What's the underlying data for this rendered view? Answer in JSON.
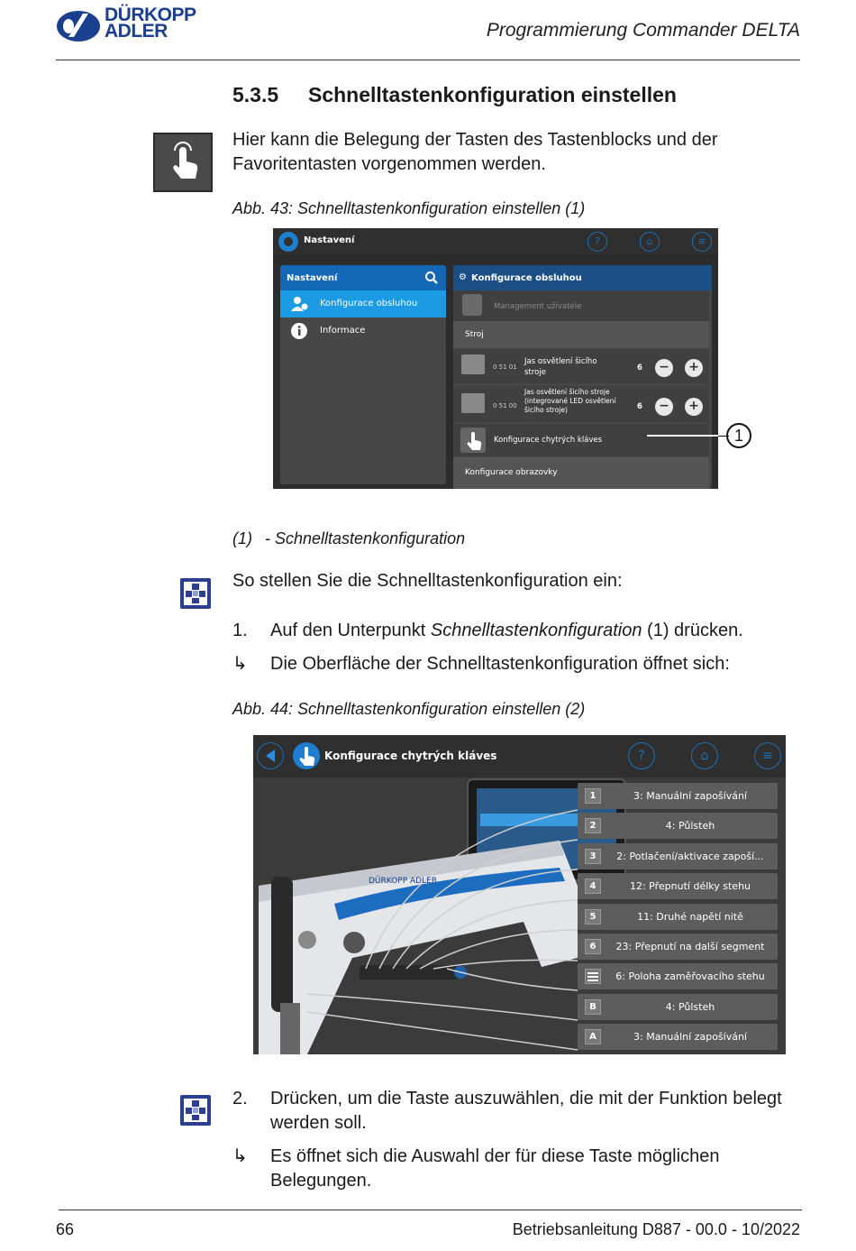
{
  "header": {
    "logo_line1": "DÜRKOPP",
    "logo_line2": "ADLER",
    "title": "Programmierung Commander DELTA"
  },
  "section": {
    "number": "5.3.5",
    "title": "Schnelltastenkonfiguration einstellen"
  },
  "intro": "Hier kann die Belegung der Tasten des Tastenblocks und der Favoritentasten vorgenommen werden.",
  "figure1": {
    "caption": "Abb. 43: Schnelltastenkonfiguration einstellen (1)",
    "topbar_title": "Nastavení",
    "topbar_help": "?",
    "topbar_home": "⌂",
    "topbar_menu": "≡",
    "left_header": "Nastavení",
    "left_items": [
      "Konfigurace obsluhou",
      "Informace"
    ],
    "right_header": "Konfigurace obsluhou",
    "row_user": "Management uživatele",
    "section_stroj": "Stroj",
    "param1_code": "0 51 01",
    "param1_label": "Jas osvětlení šicího stroje",
    "param1_value": "6",
    "param2_code": "0 51 00",
    "param2_label": "Jas osvětlení šicího stroje (integrované LED osvětlení šicího stroje)",
    "param2_value": "6",
    "row_smart": "Konfigurace chytrých kláves",
    "row_screen": "Konfigurace obrazovky",
    "callout": "1"
  },
  "legend": {
    "num": "(1)",
    "text": "- Schnelltastenkonfiguration"
  },
  "instruction": "So stellen Sie die Schnelltastenkonfiguration ein:",
  "step1": {
    "marker": "1.",
    "before": "Auf den Unterpunkt ",
    "term": "Schnelltastenkonfiguration",
    "after": " (1) drücken."
  },
  "result1": {
    "marker": "↳",
    "text": "Die Oberfläche der Schnelltastenkonfiguration öffnet sich:"
  },
  "figure2": {
    "caption": "Abb. 44: Schnelltastenkonfiguration einstellen (2)",
    "topbar_title": "Konfigurace chytrých kláves",
    "machine_brand": "DÜRKOPP ADLER",
    "keys": [
      {
        "badge": "1",
        "label": "3: Manuální zapošívání"
      },
      {
        "badge": "2",
        "label": "4: Půlsteh"
      },
      {
        "badge": "3",
        "label": "2: Potlačení/aktivace zapoší..."
      },
      {
        "badge": "4",
        "label": "12: Přepnutí délky stehu"
      },
      {
        "badge": "5",
        "label": "11: Druhé napětí nitě"
      },
      {
        "badge": "6",
        "label": "23: Přepnutí na další segment"
      },
      {
        "badge": "",
        "label": "6: Poloha zaměřovacího stehu"
      },
      {
        "badge": "B",
        "label": "4: Půlsteh"
      },
      {
        "badge": "A",
        "label": "3: Manuální zapošívání"
      }
    ]
  },
  "step2": {
    "marker": "2.",
    "text": "Drücken, um die Taste auszuwählen, die mit der Funktion belegt werden soll."
  },
  "result2": {
    "marker": "↳",
    "text": "Es öffnet sich die Auswahl der für diese Taste möglichen Belegungen."
  },
  "footer": {
    "page": "66",
    "doc": "Betriebsanleitung D887 - 00.0 - 10/2022"
  },
  "colors": {
    "brand_blue": "#1b3f8f",
    "ui_blue": "#1467b4",
    "ui_active": "#1a9be3"
  }
}
